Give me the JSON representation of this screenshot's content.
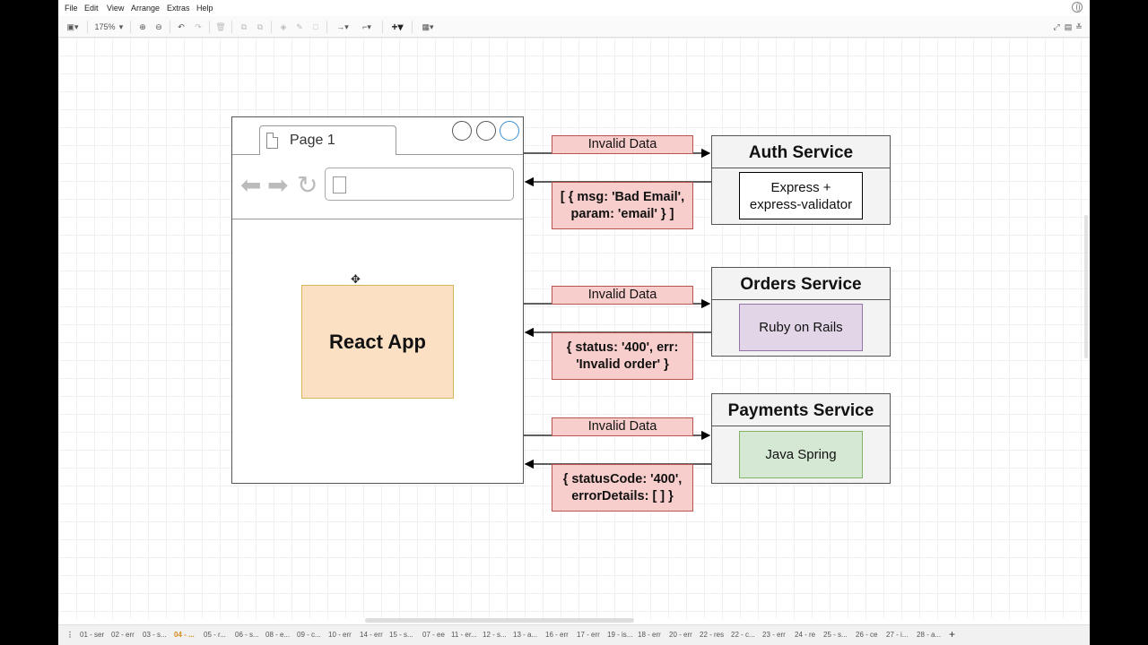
{
  "menu": [
    "File",
    "Edit",
    "View",
    "Arrange",
    "Extras",
    "Help"
  ],
  "toolbar": {
    "zoom": "175%"
  },
  "diagram": {
    "browser_tab_title": "Page 1",
    "react_app": "React App",
    "requests": [
      {
        "label": "Invalid Data",
        "response_line1": "[ { msg: 'Bad Email',",
        "response_line2": "param: 'email' } ]"
      },
      {
        "label": "Invalid Data",
        "response_line1": "{ status: '400', err:",
        "response_line2": "'Invalid order' }"
      },
      {
        "label": "Invalid Data",
        "response_line1": "{ statusCode: '400',",
        "response_line2": "errorDetails: [ ] }"
      }
    ],
    "services": [
      {
        "title": "Auth Service",
        "tech_line1": "Express +",
        "tech_line2": "express-validator",
        "tech_fill": "#ffffff",
        "tech_stroke": "#000000"
      },
      {
        "title": "Orders Service",
        "tech_line1": "Ruby on Rails",
        "tech_fill": "#e1d5e7",
        "tech_stroke": "#9673a6"
      },
      {
        "title": "Payments Service",
        "tech_line1": "Java Spring",
        "tech_fill": "#d5e8d4",
        "tech_stroke": "#82b366"
      }
    ]
  },
  "page_tabs": [
    "01 - ser",
    "02 - err",
    "03 - s...",
    "04 - ...",
    "05 - r...",
    "06 - s...",
    "08 - e...",
    "09 - c...",
    "10 - err",
    "14 - err",
    "15 - s...",
    "07 - ee",
    "11 - er...",
    "12 - s...",
    "13 - a...",
    "16 - err",
    "17 - err",
    "19 - is...",
    "18 - err",
    "20 - err",
    "22 - res",
    "22 - c...",
    "23 - err",
    "24 - re",
    "25 - s...",
    "26 - ce",
    "27 - i...",
    "28 - a..."
  ],
  "active_tab_index": 3,
  "colors": {
    "request_fill": "#f8cecc",
    "request_stroke": "#b85450",
    "react_fill": "#fbe0c3",
    "react_stroke": "#d6b656",
    "service_fill": "#f3f3f3"
  }
}
